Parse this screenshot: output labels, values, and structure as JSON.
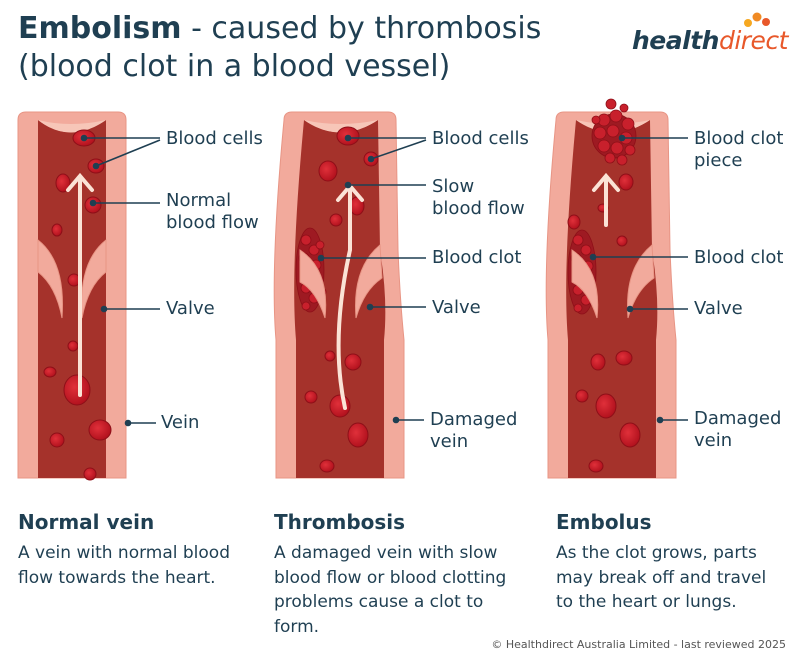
{
  "title": {
    "bold": "Embolism",
    "rest": " - caused by thrombosis",
    "line2": "(blood clot in a blood vessel)"
  },
  "logo": {
    "part1": "health",
    "part2": "direct"
  },
  "colors": {
    "text": "#1f3f52",
    "vessel_wall": "#f3b1a3",
    "vessel_lumen": "#a5322b",
    "blood_cell": "#c8202c",
    "flow_arrow": "#fbe3d6",
    "logo_accent": "#e8582a"
  },
  "panels": [
    {
      "labels": {
        "blood_cells": "Blood cells",
        "flow": "Normal\nblood flow",
        "valve": "Valve",
        "vein": "Vein"
      },
      "heading": "Normal vein",
      "description": "A vein with normal blood flow towards the heart."
    },
    {
      "labels": {
        "blood_cells": "Blood cells",
        "flow": "Slow\nblood flow",
        "clot": "Blood clot",
        "valve": "Valve",
        "vein": "Damaged\nvein"
      },
      "heading": "Thrombosis",
      "description": "A damaged vein with slow blood flow or blood clotting problems cause a clot to form."
    },
    {
      "labels": {
        "clot_piece": "Blood clot\npiece",
        "clot": "Blood clot",
        "valve": "Valve",
        "vein": "Damaged\nvein"
      },
      "heading": "Embolus",
      "description": "As the clot grows, parts may break off and travel to the heart or lungs."
    }
  ],
  "copyright": "© Healthdirect Australia Limited - last reviewed 2025"
}
